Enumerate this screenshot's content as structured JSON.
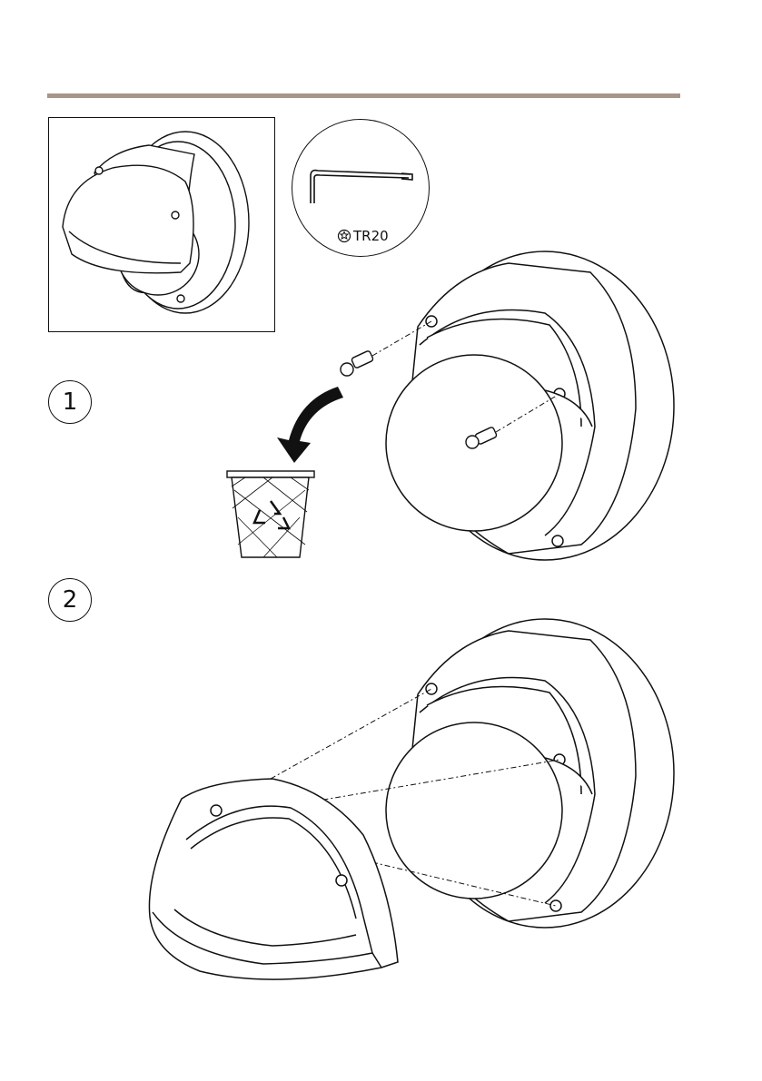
{
  "colors": {
    "rule": "#a8958a",
    "ink": "#111111"
  },
  "tool": {
    "label": "TR20",
    "icon": "torx-star-icon"
  },
  "steps": [
    {
      "number": "1"
    },
    {
      "number": "2"
    }
  ],
  "icons": [
    "dome-camera-icon",
    "torx-key-icon",
    "screw-icon",
    "recycle-bin-icon",
    "curved-arrow-icon",
    "weathershield-icon"
  ]
}
